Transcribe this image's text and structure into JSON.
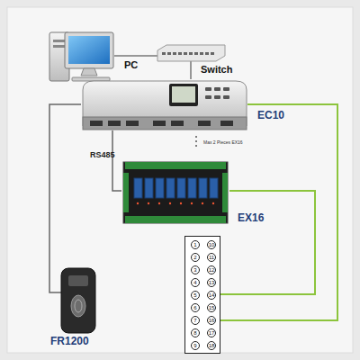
{
  "diagram": {
    "nodes": [
      {
        "text": [
          "PC"
        ]
      },
      {
        "text": [
          "Switch"
        ]
      },
      {
        "text": [
          "EC10"
        ]
      },
      {
        "text": [
          "EX16"
        ]
      },
      {
        "text": [
          "1",
          "10",
          "2",
          "11",
          "3",
          "12",
          "4",
          "13",
          "5",
          "14",
          "6",
          "15",
          "7",
          "16",
          "8",
          "17",
          "9",
          "18"
        ]
      },
      {
        "text": [
          "FR1200"
        ]
      }
    ],
    "edges": [
      {
        "from": 0,
        "to": 1,
        "arrow": "none"
      },
      {
        "from": 1,
        "to": 2,
        "arrow": "none"
      },
      {
        "from": 2,
        "to": 3,
        "label": "RS485",
        "arrow": "none"
      },
      {
        "from": 2,
        "to": 5,
        "arrow": "none"
      },
      {
        "from": 2,
        "to": 4,
        "arrow": "none"
      },
      {
        "from": 3,
        "to": 4,
        "arrow": "none"
      }
    ],
    "labels": [
      "Max 2 Pieces EX16"
    ]
  }
}
